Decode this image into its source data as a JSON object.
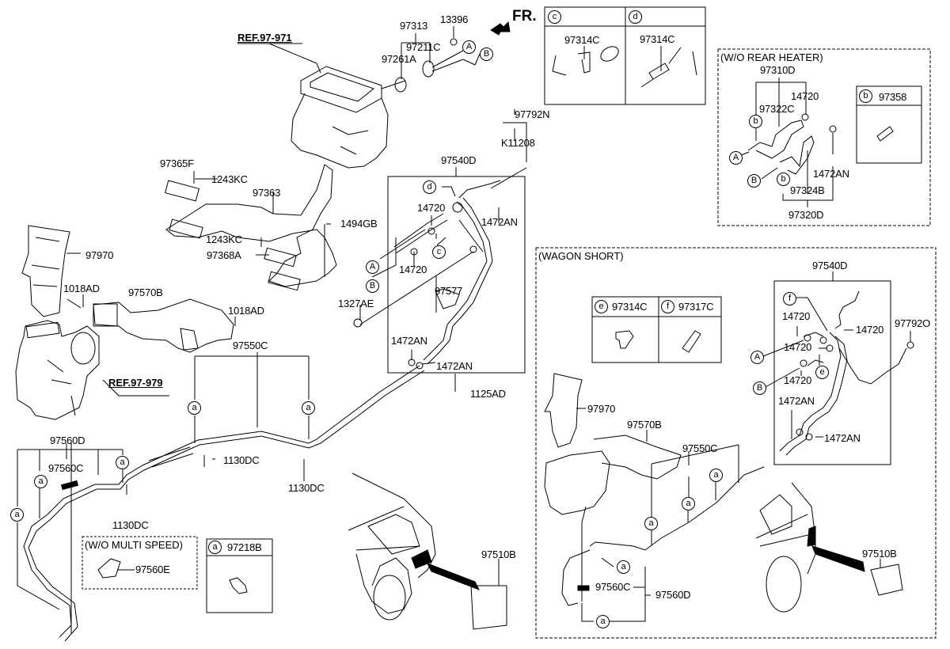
{
  "title": "Heater & A/C Rear Duct / Tubing Parts Diagram",
  "direction_indicator": "FR.",
  "refs": {
    "ref_971": "REF.97-971",
    "ref_979": "REF.97-979"
  },
  "sections": {
    "wo_rear_heater": "(W/O REAR HEATER)",
    "wagon_short": "(WAGON SHORT)",
    "wo_multi_speed": "(W/O MULTI SPEED)"
  },
  "callout_letters": {
    "a": "a",
    "b": "b",
    "c": "c",
    "d": "d",
    "e": "e",
    "f": "f",
    "A": "A",
    "B": "B"
  },
  "detail_boxes": {
    "c": {
      "letter": "c",
      "part": "97314C"
    },
    "d": {
      "letter": "d",
      "part": "97314C"
    },
    "b": {
      "letter": "b",
      "part": "97358"
    },
    "a": {
      "letter": "a",
      "part": "97218B"
    },
    "e": {
      "letter": "e",
      "part": "97314C"
    },
    "f": {
      "letter": "f",
      "part": "97317C"
    }
  },
  "parts": {
    "p97313": "97313",
    "p13396": "13396",
    "p97211C": "97211C",
    "p97261A": "97261A",
    "p97365F": "97365F",
    "p1243KC_1": "1243KC",
    "p97363": "97363",
    "p1494GB": "1494GB",
    "p1243KC_2": "1243KC",
    "p97368A": "97368A",
    "p97792N": "97792N",
    "pK11208": "K11208",
    "p97540D": "97540D",
    "p14720_1": "14720",
    "p1472AN_1": "1472AN",
    "p14720_2": "14720",
    "p1327AE": "1327AE",
    "p97577": "97577",
    "p1472AN_2": "1472AN",
    "p1472AN_3": "1472AN",
    "p1125AD": "1125AD",
    "p97970": "97970",
    "p1018AD_1": "1018AD",
    "p97570B": "97570B",
    "p1018AD_2": "1018AD",
    "p97550C": "97550C",
    "p97560D": "97560D",
    "p97560C": "97560C",
    "p1130DC_1": "1130DC",
    "p1130DC_2": "1130DC",
    "p1130DC_3": "1130DC",
    "p97560E": "97560E",
    "p97510B": "97510B",
    "rh_97310D": "97310D",
    "rh_14720": "14720",
    "rh_97322C": "97322C",
    "rh_1472AN": "1472AN",
    "rh_97324B": "97324B",
    "rh_97320D": "97320D",
    "ws_97540D": "97540D",
    "ws_14720_a": "14720",
    "ws_14720_b": "14720",
    "ws_14720_c": "14720",
    "ws_14720_d": "14720",
    "ws_97792O": "97792O",
    "ws_1472AN_a": "1472AN",
    "ws_1472AN_b": "1472AN",
    "ws_97970": "97970",
    "ws_97570B": "97570B",
    "ws_97550C": "97550C",
    "ws_97560C": "97560C",
    "ws_97560D": "97560D",
    "ws_97510B": "97510B"
  }
}
